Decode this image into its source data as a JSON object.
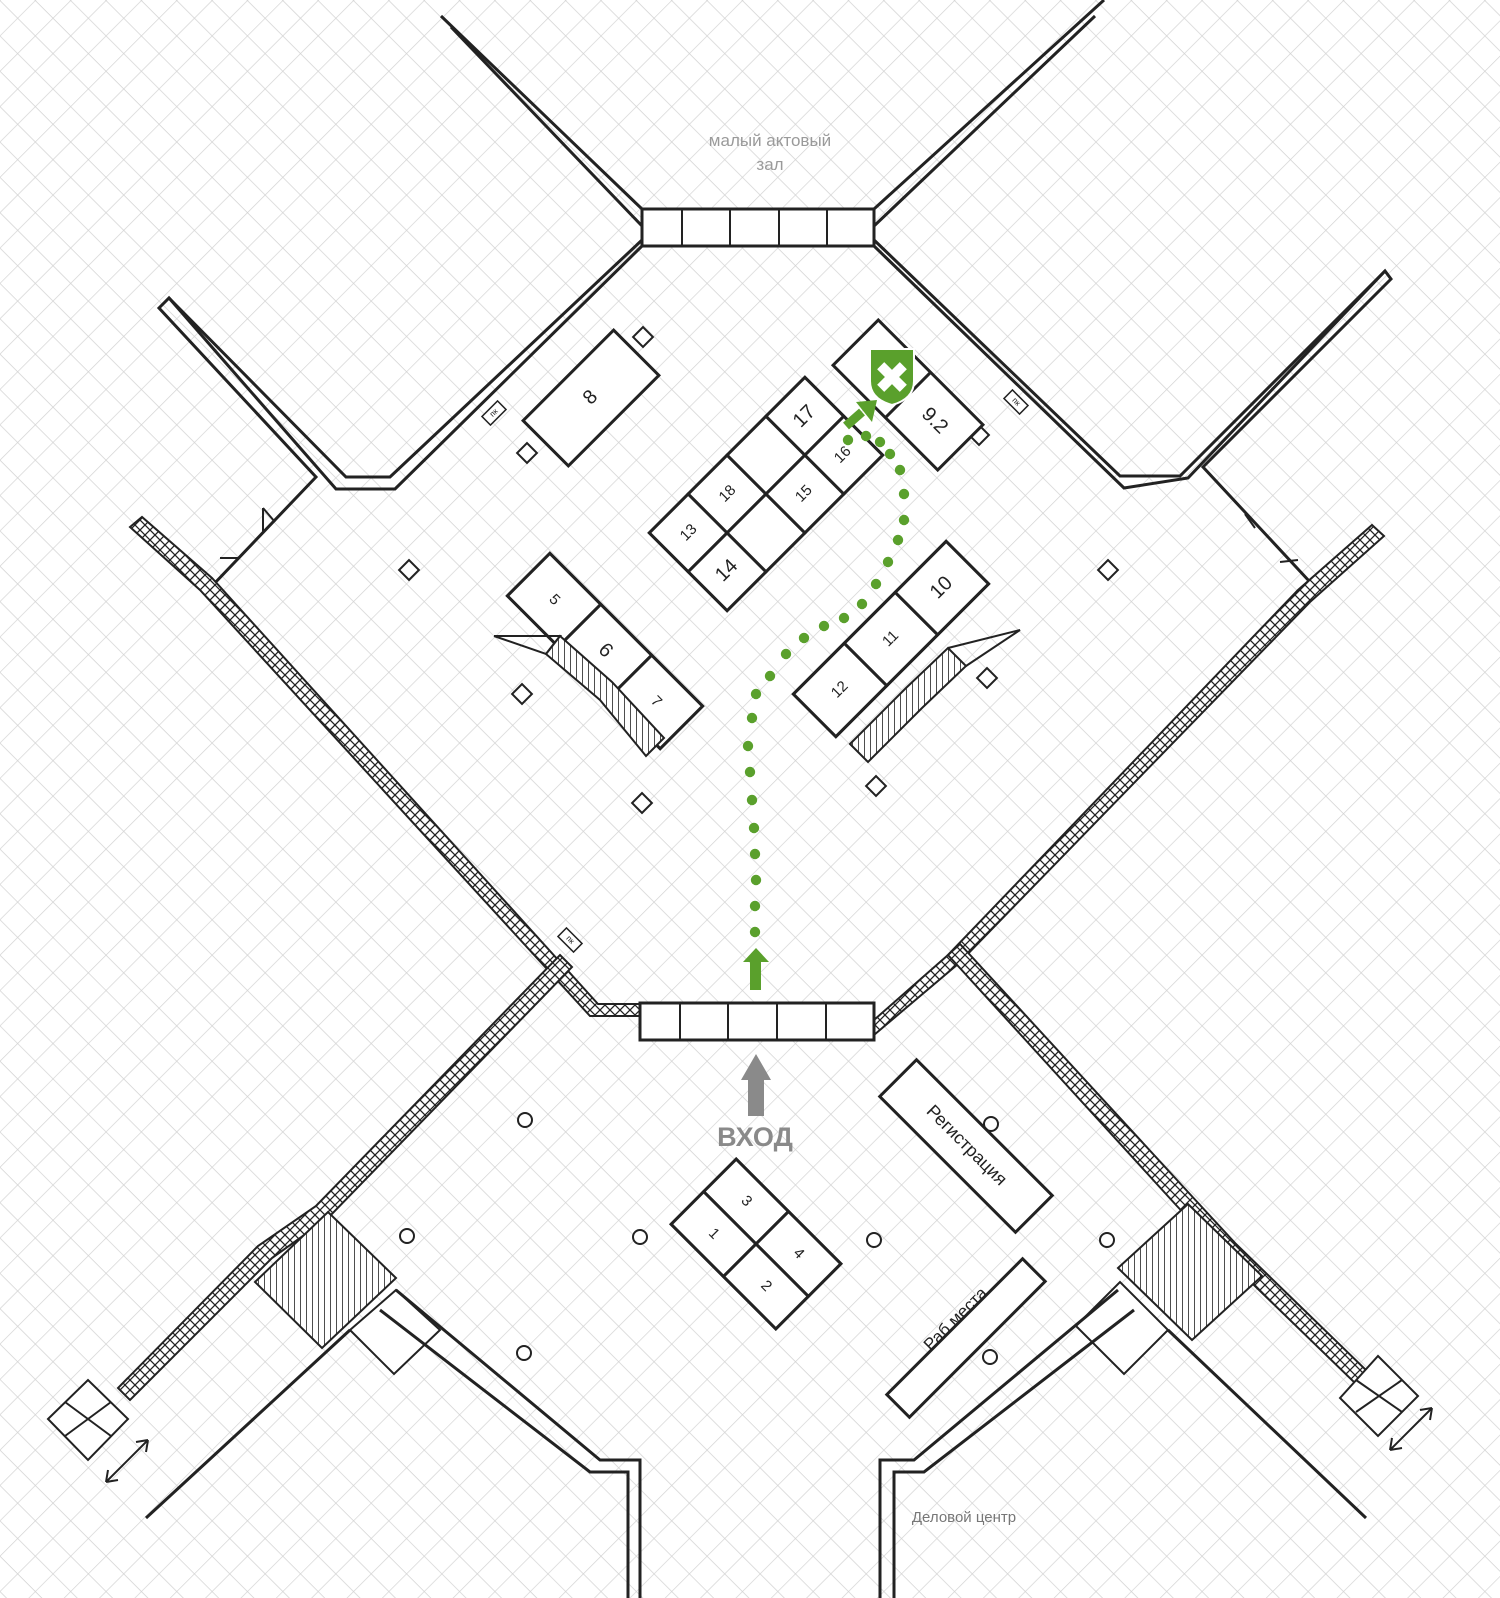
{
  "rooms": {
    "small_hall_line1": "малый актовый",
    "small_hall_line2": "зал",
    "business_center": "Деловой центр"
  },
  "entrance": {
    "label": "ВХОД"
  },
  "booths": {
    "b1": "1",
    "b2": "2",
    "b3": "3",
    "b4": "4",
    "b5": "5",
    "b6": "6",
    "b7": "7",
    "b8": "8",
    "b92": "9.2",
    "b10": "10",
    "b11": "11",
    "b12": "12",
    "b13": "13",
    "b14": "14",
    "b15": "15",
    "b16": "16",
    "b17": "17",
    "b18": "18"
  },
  "desks": {
    "registration": "Регистрация",
    "workplaces": "Раб.места"
  },
  "markers": {
    "pk": "пк"
  },
  "colors": {
    "route": "#5aa02c",
    "entry_arrow": "#8a8a8a",
    "grid": "#d3d3d3"
  },
  "icons": {
    "target": "green-shield-cross-icon"
  }
}
